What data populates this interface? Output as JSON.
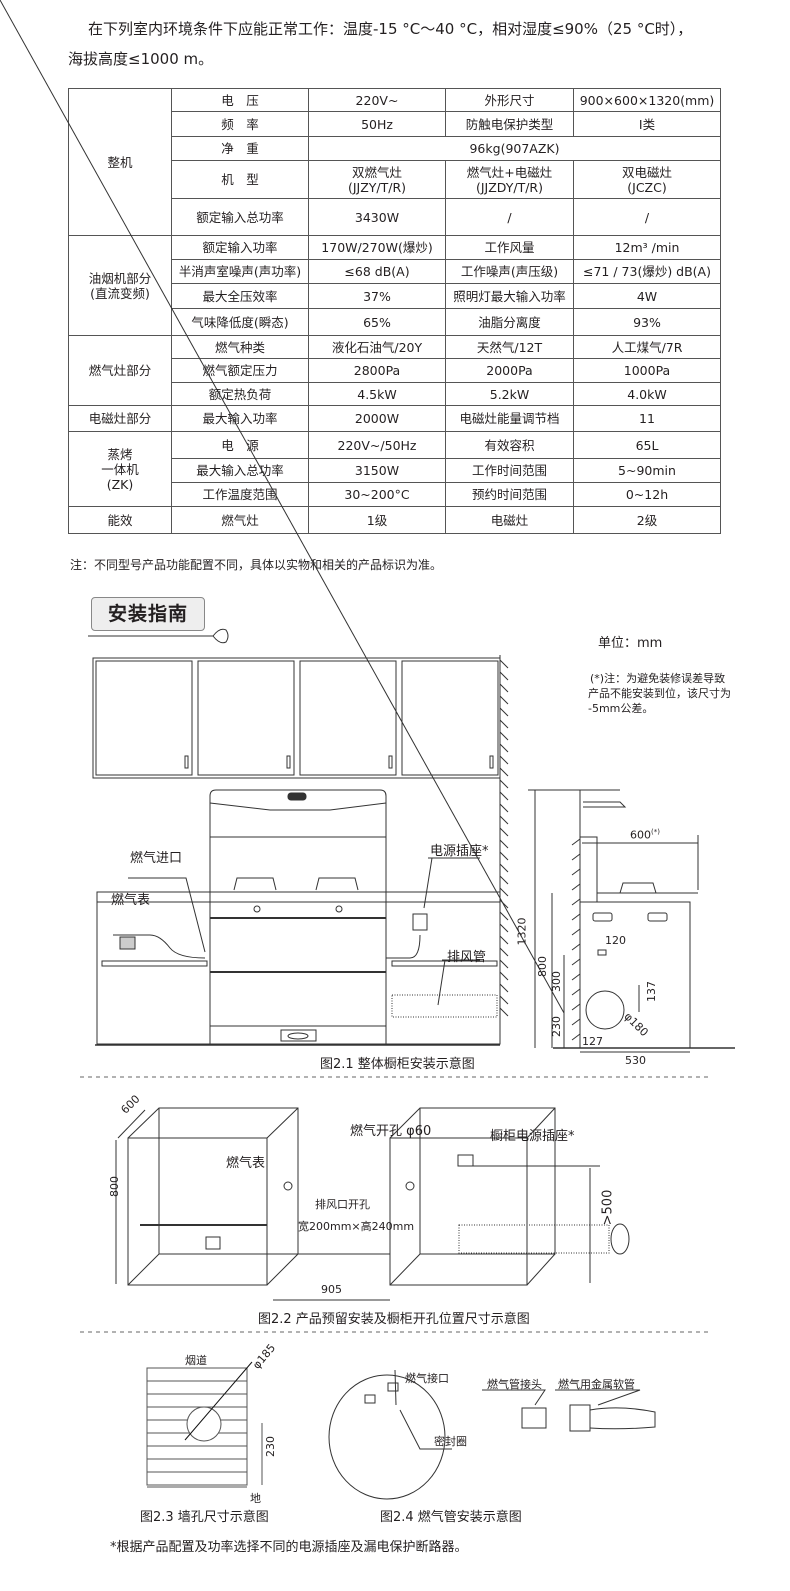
{
  "intro": {
    "line1": "在下列室内环境条件下应能正常工作：温度-15 °C～40 °C，相对湿度≤90%（25 °C时），",
    "line2": "海拔高度≤1000 m。"
  },
  "spec_table": [
    {
      "group": "整机",
      "rows": [
        [
          "电　压",
          "220V~",
          "外形尺寸",
          "900×600×1320(mm)"
        ],
        [
          "频　率",
          "50Hz",
          "防触电保护类型",
          "I类"
        ],
        [
          "净　重",
          "96kg(907AZK)"
        ],
        [
          "机　型",
          "双燃气灶\n(JJZY/T/R)",
          "燃气灶+电磁灶\n(JJZDY/T/R)",
          "双电磁灶\n(JCZC)"
        ],
        [
          "额定输入总功率",
          "3430W",
          "/",
          "/"
        ]
      ]
    },
    {
      "group": "油烟机部分\n(直流变频)",
      "rows": [
        [
          "额定输入功率",
          "170W/270W(爆炒)",
          "工作风量",
          "12m³ /min"
        ],
        [
          "半消声室噪声(声功率)",
          "≤68 dB(A)",
          "工作噪声(声压级)",
          "≤71 / 73(爆炒) dB(A)"
        ],
        [
          "最大全压效率",
          "37%",
          "照明灯最大输入功率",
          "4W"
        ],
        [
          "气味降低度(瞬态)",
          "65%",
          "油脂分离度",
          "93%"
        ]
      ]
    },
    {
      "group": "燃气灶部分",
      "rows": [
        [
          "燃气种类",
          "液化石油气/20Y",
          "天然气/12T",
          "人工煤气/7R"
        ],
        [
          "燃气额定压力",
          "2800Pa",
          "2000Pa",
          "1000Pa"
        ],
        [
          "额定热负荷",
          "4.5kW",
          "5.2kW",
          "4.0kW"
        ]
      ]
    },
    {
      "group": "电磁灶部分",
      "rows": [
        [
          "最大输入功率",
          "2000W",
          "电磁灶能量调节档",
          "11"
        ]
      ]
    },
    {
      "group": "蒸烤\n一体机\n(ZK)",
      "rows": [
        [
          "电　源",
          "220V~/50Hz",
          "有效容积",
          "65L"
        ],
        [
          "最大输入总功率",
          "3150W",
          "工作时间范围",
          "5~90min"
        ],
        [
          "工作温度范围",
          "30~200°C",
          "预约时间范围",
          "0~12h"
        ]
      ]
    },
    {
      "group": "能效",
      "rows": [
        [
          "燃气灶",
          "1级",
          "电磁灶",
          "2级"
        ]
      ]
    }
  ],
  "note": "注：不同型号产品功能配置不同，具体以实物和相关的产品标识为准。",
  "section_title": "安装指南",
  "fig1": {
    "gas_inlet": "燃气进口",
    "gas_meter": "燃气表",
    "power_socket": "电源插座*",
    "exhaust_pipe": "排风管",
    "unit": "单位：mm",
    "tolerance_note": [
      "(*)注：为避免装修误差导致",
      "产品不能安装到位，该尺寸为",
      "-5mm公差。"
    ],
    "dims": {
      "d1320": "1320",
      "d800": "800",
      "d300": "300",
      "d230": "230",
      "d600": "600",
      "d600_sup": "(*)",
      "d120": "120",
      "d137": "137",
      "d180": "φ180",
      "d127": "127",
      "d530": "530"
    },
    "caption": "图2.1 整体橱柜安装示意图"
  },
  "fig2": {
    "d600": "600",
    "d800": "800",
    "gas_hole": "燃气开孔 φ60",
    "gas_meter": "燃气表",
    "vent_hole": "排风口开孔",
    "vent_size": "宽200mm×高240mm",
    "cabinet_socket": "橱柜电源插座*",
    "d500": ">500",
    "d905": "905",
    "caption": "图2.2 产品预留安装及橱柜开孔位置尺寸示意图"
  },
  "fig3": {
    "flue": "烟道",
    "d185": "φ185",
    "d230": "230",
    "ground": "地",
    "caption": "图2.3 墙孔尺寸示意图"
  },
  "fig4": {
    "gas_port": "燃气接口",
    "seal": "密封圈",
    "pipe_joint": "燃气管接头",
    "metal_hose": "燃气用金属软管",
    "caption": "图2.4 燃气管安装示意图"
  },
  "footnote": "*根据产品配置及功率选择不同的电源插座及漏电保护断路器。"
}
